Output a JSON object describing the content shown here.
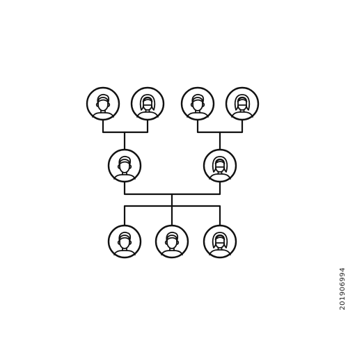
{
  "image": {
    "background": "#ffffff",
    "line_color": "#111111",
    "stock_id": "201906994"
  },
  "family_tree": {
    "generations": [
      {
        "name": "grandparents",
        "people": [
          {
            "id": "grandfather-paternal",
            "gender": "male"
          },
          {
            "id": "grandmother-paternal",
            "gender": "female"
          },
          {
            "id": "grandfather-maternal",
            "gender": "male"
          },
          {
            "id": "grandmother-maternal",
            "gender": "female"
          }
        ]
      },
      {
        "name": "parents",
        "people": [
          {
            "id": "father",
            "gender": "male"
          },
          {
            "id": "mother",
            "gender": "female"
          }
        ]
      },
      {
        "name": "children",
        "people": [
          {
            "id": "child-1",
            "gender": "male"
          },
          {
            "id": "child-2",
            "gender": "male"
          },
          {
            "id": "child-3",
            "gender": "female"
          }
        ]
      }
    ],
    "links": [
      {
        "parents": [
          "grandfather-paternal",
          "grandmother-paternal"
        ],
        "child": "father"
      },
      {
        "parents": [
          "grandfather-maternal",
          "grandmother-maternal"
        ],
        "child": "mother"
      },
      {
        "parents": [
          "father",
          "mother"
        ],
        "children": [
          "child-1",
          "child-2",
          "child-3"
        ]
      }
    ]
  }
}
